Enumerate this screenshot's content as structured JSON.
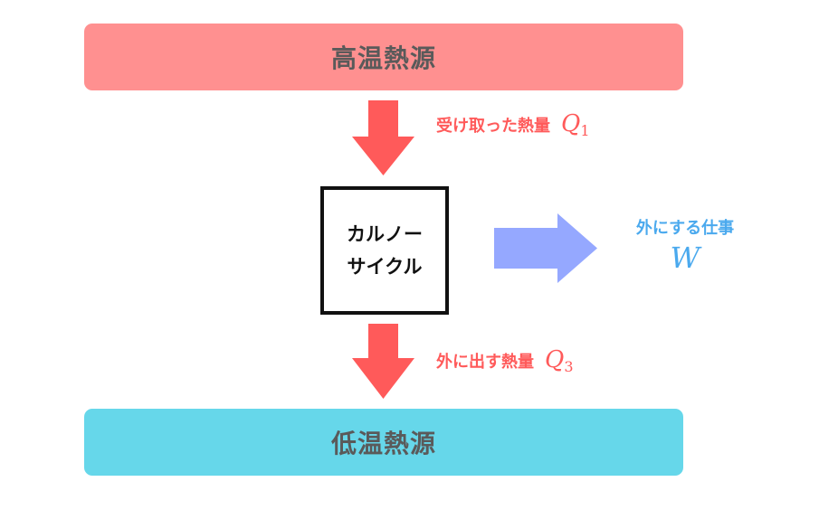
{
  "hot_reservoir": {
    "label": "高温熱源",
    "color": "#ff9090"
  },
  "cold_reservoir": {
    "label": "低温熱源",
    "color": "#66d7ea"
  },
  "engine": {
    "line1": "カルノー",
    "line2": "サイクル"
  },
  "heat_in": {
    "label": "受け取った熱量",
    "symbol": "Q",
    "subscript": "1",
    "color": "#ff5a5a"
  },
  "heat_out": {
    "label": "外に出す熱量",
    "symbol": "Q",
    "subscript": "3",
    "color": "#ff5a5a"
  },
  "work": {
    "label": "外にする仕事",
    "symbol": "W",
    "color": "#4aa9ee",
    "arrow_color": "#95a8ff"
  }
}
